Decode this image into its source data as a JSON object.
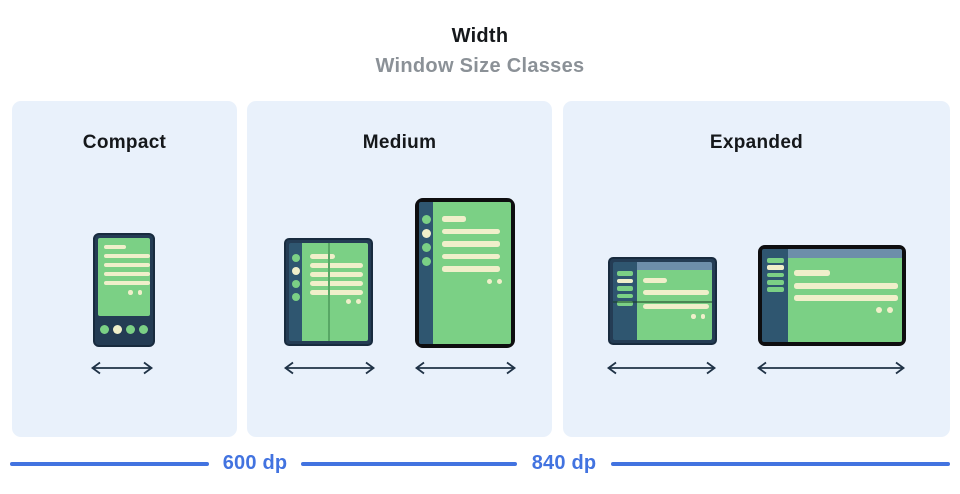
{
  "header": {
    "title": "Width",
    "subtitle": "Window Size Classes"
  },
  "panels": [
    {
      "id": "compact",
      "label": "Compact",
      "devices": [
        {
          "icon": "phone-device-icon"
        }
      ]
    },
    {
      "id": "medium",
      "label": "Medium",
      "devices": [
        {
          "icon": "foldable-portrait-device-icon"
        },
        {
          "icon": "tablet-portrait-device-icon"
        }
      ]
    },
    {
      "id": "expanded",
      "label": "Expanded",
      "devices": [
        {
          "icon": "foldable-landscape-device-icon"
        },
        {
          "icon": "desktop-device-icon"
        }
      ]
    }
  ],
  "ruler": {
    "labels": [
      "600 dp",
      "840 dp"
    ]
  },
  "icons": {
    "width-arrow-icon": "double-headed horizontal arrow",
    "phone-device-icon": "phone with list content and nav dots",
    "foldable-portrait-device-icon": "foldable with vertical hinge, nav rail and list",
    "tablet-portrait-device-icon": "portrait tablet with nav rail and list",
    "foldable-landscape-device-icon": "landscape foldable with sidebar, app bar and horizontal hinge",
    "desktop-device-icon": "landscape tablet/desktop with sidebar and app bar"
  },
  "colors": {
    "page-bg": "#FFFFFF",
    "panel-bg": "#E9F1FB",
    "title-color": "#15181B",
    "subtitle-gray": "#8B9197",
    "ruler-blue": "#4273E0",
    "navy-frame": "#243C54",
    "frame-outline": "#182B3E",
    "navy-rail": "#2F5670",
    "black-frame": "#0E0E10",
    "screen-green": "#7BD085",
    "cream": "#F0EFCA",
    "fold-green": "#58A765",
    "slate-header": "#6D8EAA",
    "arrow-navy": "#1F3246"
  }
}
